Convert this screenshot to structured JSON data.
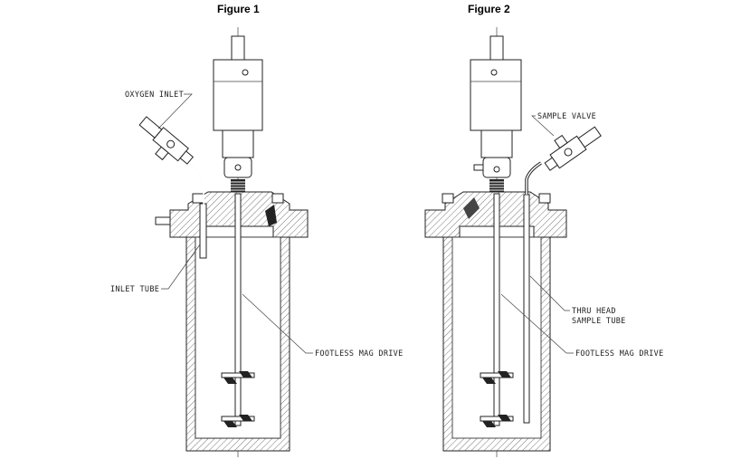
{
  "figures": [
    {
      "title": "Figure 1",
      "labels": {
        "oxygen_inlet": "OXYGEN INLET",
        "inlet_tube": "INLET TUBE",
        "drive": "FOOTLESS MAG DRIVE"
      }
    },
    {
      "title": "Figure 2",
      "labels": {
        "sample_valve": "SAMPLE VALVE",
        "sample_tube_1": "THRU HEAD",
        "sample_tube_2": "SAMPLE TUBE",
        "drive": "FOOTLESS MAG DRIVE"
      }
    }
  ]
}
